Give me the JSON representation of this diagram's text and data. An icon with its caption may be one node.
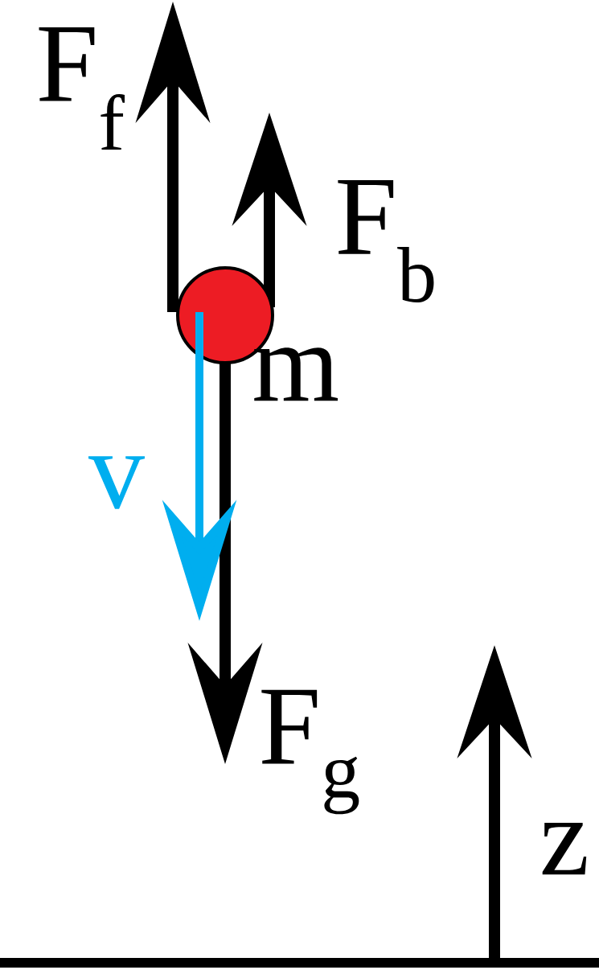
{
  "diagram": {
    "nodes": [
      {
        "text": [],
        "shape": "circle",
        "beside": [
          "m"
        ]
      }
    ],
    "labels": [
      "F$_{f}$",
      "F$_{b}$",
      "v",
      "F$_{g}$",
      "z"
    ]
  }
}
